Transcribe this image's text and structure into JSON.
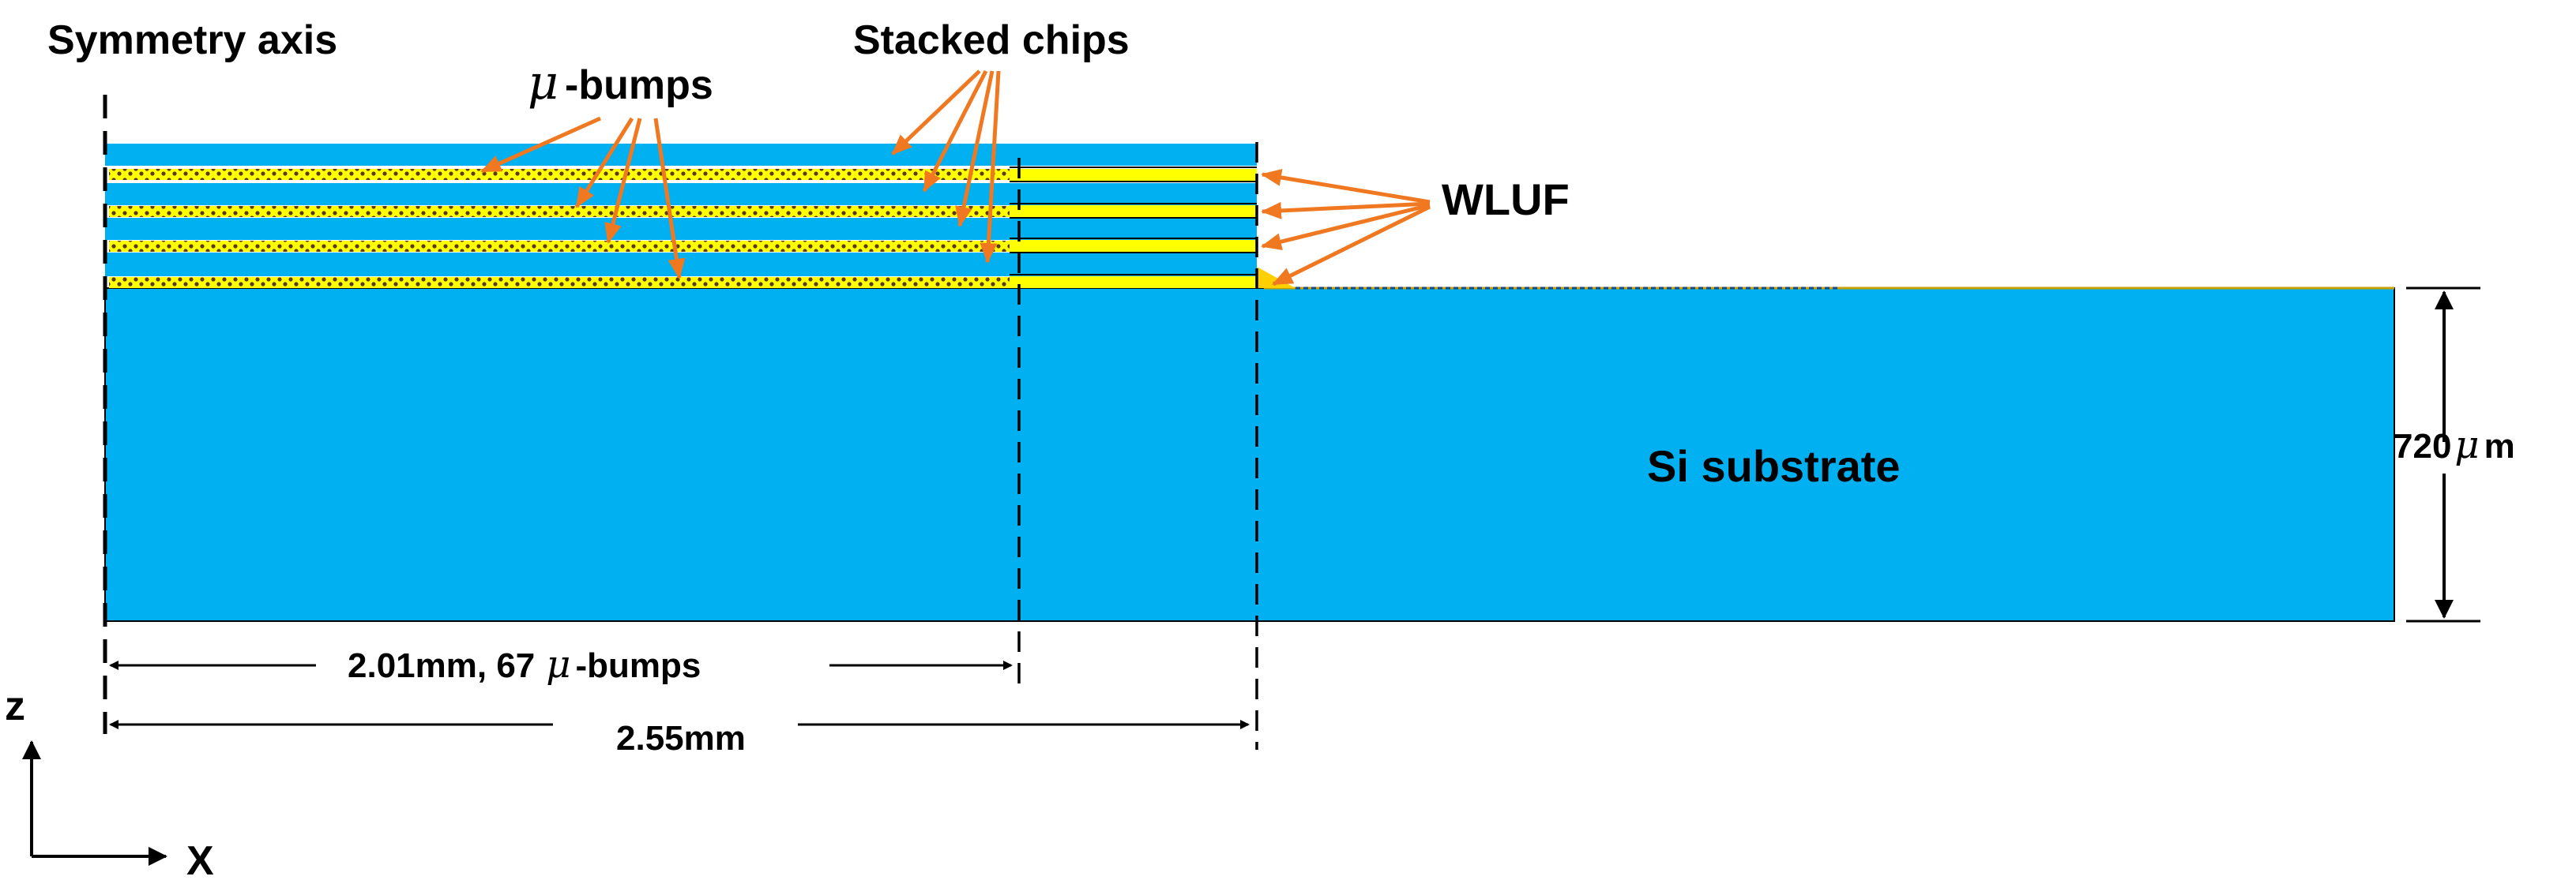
{
  "labels": {
    "symmetry_axis": "Symmetry axis",
    "mu": "μ",
    "bumps_suffix": "-bumps",
    "stacked_chips": "Stacked chips",
    "wluf": "WLUF",
    "si_substrate": "Si substrate",
    "thickness_value": "720",
    "thickness_unit": "m",
    "dim_inner_prefix": "2.01mm, 67",
    "dim_inner_suffix": "-bumps",
    "dim_outer": "2.55mm",
    "axis_z": "z",
    "axis_x": "X"
  },
  "colors": {
    "silicon": "#00b0f0",
    "underfill": "#ffff00",
    "bump_dark": "#5a3a1a",
    "arrow_orange": "#f07820",
    "line": "#000000"
  }
}
